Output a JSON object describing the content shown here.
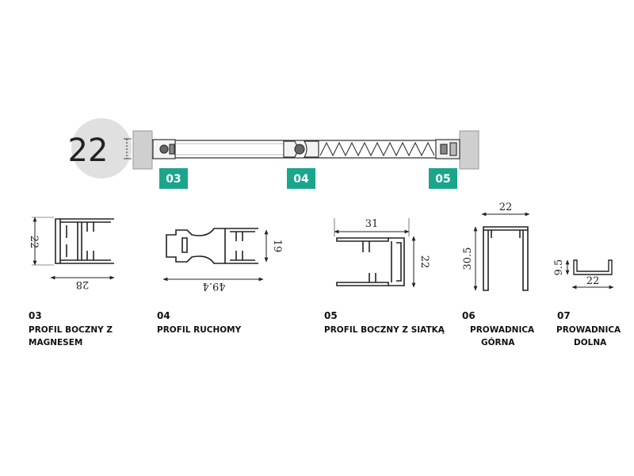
{
  "top": {
    "size_badge": "22",
    "tags": [
      "03",
      "04",
      "05"
    ],
    "accent_color": "#1aa58c"
  },
  "profiles": [
    {
      "code": "03",
      "name": "PROFIL BOCZNY Z MAGNESEM",
      "dims": [
        "22",
        "28"
      ]
    },
    {
      "code": "04",
      "name": "PROFIL RUCHOMY",
      "dims": [
        "19",
        "49.4"
      ]
    },
    {
      "code": "05",
      "name": "PROFIL BOCZNY Z SIATKĄ",
      "dims": [
        "31",
        "22"
      ]
    },
    {
      "code": "06",
      "name_line1": "PROWADNICA",
      "name_line2": "GÓRNA",
      "dims": [
        "22",
        "30.5"
      ]
    },
    {
      "code": "07",
      "name_line1": "PROWADNICA",
      "name_line2": "DOLNA",
      "dims": [
        "9.5",
        "22"
      ]
    }
  ]
}
